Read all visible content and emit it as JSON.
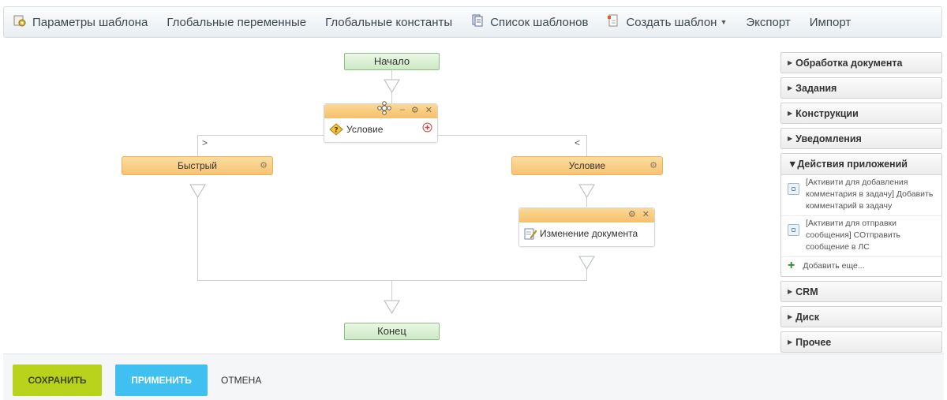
{
  "toolbar": {
    "items": [
      {
        "label": "Параметры шаблона",
        "icon": "template-settings-icon"
      },
      {
        "label": "Глобальные переменные"
      },
      {
        "label": "Глобальные константы"
      },
      {
        "label": "Список шаблонов",
        "icon": "template-list-icon"
      },
      {
        "label": "Создать шаблон",
        "icon": "create-template-icon",
        "dropdown": true
      },
      {
        "label": "Экспорт"
      },
      {
        "label": "Импорт"
      }
    ]
  },
  "flow": {
    "start": "Начало",
    "end": "Конец",
    "condition_block": {
      "label": "Условие",
      "icon": "condition-icon"
    },
    "branch_left": {
      "label": "Быстрый",
      "marker": ">"
    },
    "branch_right": {
      "label": "Условие",
      "marker": "<"
    },
    "doc_change_block": {
      "label": "Изменение документа",
      "icon": "edit-document-icon"
    }
  },
  "panel": {
    "sections": [
      {
        "label": "Обработка документа"
      },
      {
        "label": "Задания"
      },
      {
        "label": "Конструкции"
      },
      {
        "label": "Уведомления"
      }
    ],
    "open_section": {
      "label": "Действия приложений",
      "actions": [
        "[Активити для добавления комментария в задачу] Добавить комментарий в задачу",
        "[Активити для отправки сообщения] СОтправить сообщение в ЛС"
      ],
      "add_more": "Добавить еще..."
    },
    "sections_after": [
      {
        "label": "CRM"
      },
      {
        "label": "Диск"
      },
      {
        "label": "Прочее"
      }
    ]
  },
  "footer": {
    "save": "СОХРАНИТЬ",
    "apply": "ПРИМЕНИТЬ",
    "cancel": "ОТМЕНА"
  },
  "colors": {
    "save": "#b9d31c",
    "apply": "#3fc0f0",
    "block_header": "#f6c06a",
    "start_end": "#cde9c4"
  }
}
